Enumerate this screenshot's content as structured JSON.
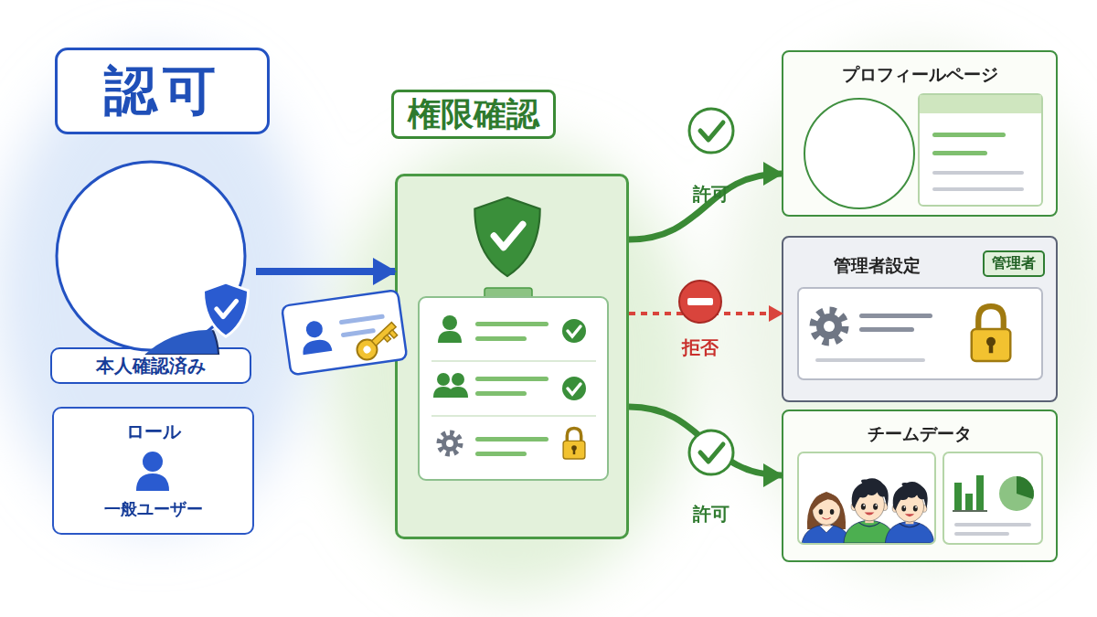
{
  "diagram": {
    "title": "認可",
    "nodes": [
      {
        "text": [
          "本人確認済み"
        ]
      },
      {
        "text": [
          "ロール",
          "一般ユーザー"
        ]
      },
      {
        "text": [
          "権限確認"
        ]
      },
      {
        "text": [
          "プロフィールページ"
        ]
      },
      {
        "text": [
          "管理者設定",
          "管理者"
        ]
      },
      {
        "text": [
          "チームデータ"
        ]
      }
    ],
    "edges": [
      {
        "from": 0,
        "to": 2,
        "arrow": "to"
      },
      {
        "from": 2,
        "to": 3,
        "label": "許可",
        "arrow": "to"
      },
      {
        "from": 2,
        "to": 4,
        "label": "拒否",
        "arrow": "to"
      },
      {
        "from": 2,
        "to": 5,
        "label": "許可",
        "arrow": "to"
      }
    ]
  }
}
